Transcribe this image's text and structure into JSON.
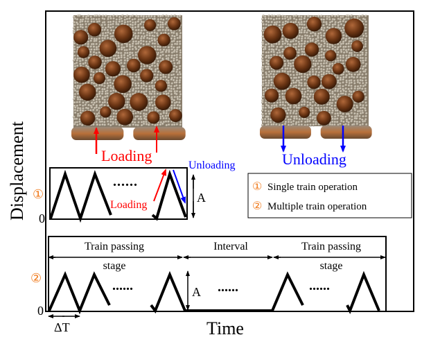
{
  "axes": {
    "ylabel": "Displacement",
    "xlabel": "Time"
  },
  "labels": {
    "loading": "Loading",
    "unloading": "Unloading",
    "zero": "0",
    "amplitude": "A",
    "dots": "......",
    "delta_t": "ΔT"
  },
  "legend": {
    "items": [
      {
        "marker": "①",
        "text": "Single train operation"
      },
      {
        "marker": "②",
        "text": "Multiple train operation"
      }
    ]
  },
  "panel2": {
    "stage1_line1": "Train passing",
    "stage1_line2": "stage",
    "interval": "Interval",
    "stage2_line1": "Train passing",
    "stage2_line2": "stage"
  },
  "colors": {
    "loading": "#ff0000",
    "unloading": "#0000ff",
    "marker": "#f07818",
    "particle_large": "#6b3514",
    "particle_small": "#a89a86"
  }
}
